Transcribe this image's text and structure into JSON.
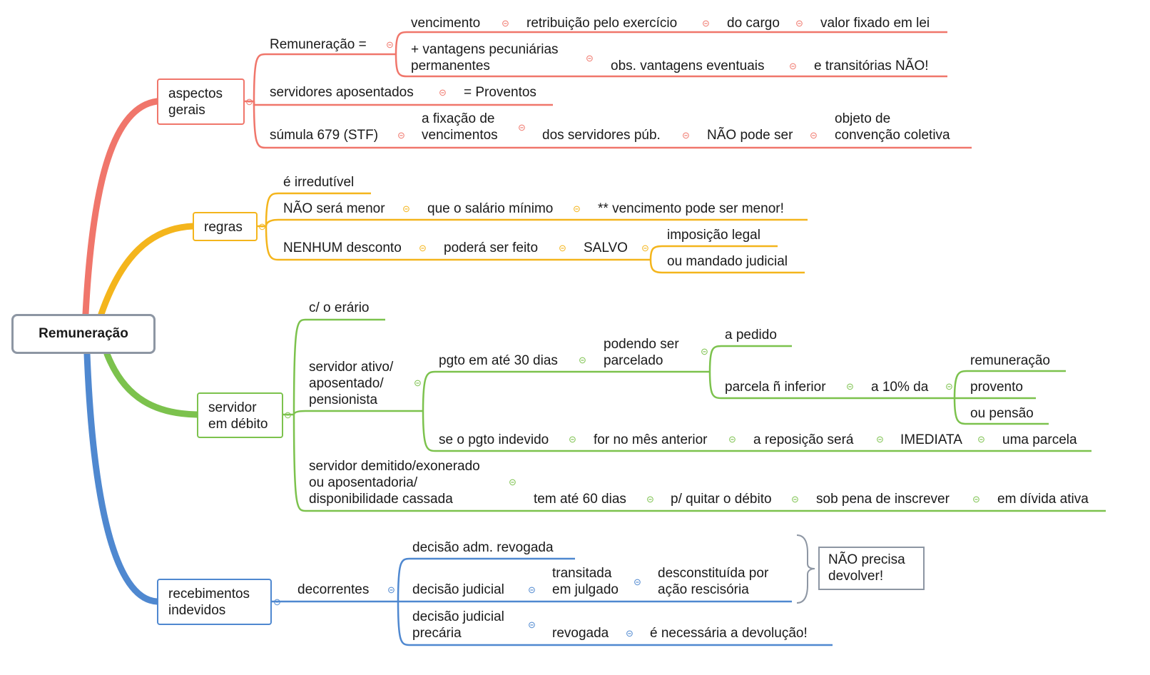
{
  "colors": {
    "red": "#f0766b",
    "orange": "#f4b51c",
    "green": "#7cc24d",
    "blue": "#4f88d0",
    "gray": "#8d96a3"
  },
  "collapse_glyph": "⊝",
  "root": {
    "label": "Remuneração"
  },
  "aspectos": {
    "label": "aspectos gerais",
    "rem_label": "Remuneração =",
    "venc": "vencimento",
    "retrib": "retribuição pelo exercício",
    "cargo": "do cargo",
    "valor": "valor fixado em lei",
    "vant1": "+ vantagens pecuniárias",
    "vant2": "permanentes",
    "obs": "obs. vantagens eventuais",
    "transit": "e transitórias NÃO!",
    "aposent": "servidores aposentados",
    "proventos": "= Proventos",
    "sumula": "súmula 679 (STF)",
    "fix1": "a fixação de",
    "fix2": "vencimentos",
    "dos": "dos servidores púb.",
    "nao_pode": "NÃO pode ser",
    "obj1": "objeto de",
    "obj2": "convenção coletiva"
  },
  "regras": {
    "label": "regras",
    "irred": "é irredutível",
    "nao_sera": "NÃO será menor",
    "que_sal": "que o salário mínimo",
    "venc_menor": "** vencimento pode ser menor!",
    "nenhum": "NENHUM desconto",
    "podera": "poderá ser feito",
    "salvo": "SALVO",
    "imposicao": "imposição legal",
    "mandado": "ou mandado judicial"
  },
  "debito": {
    "label": "servidor em débito",
    "erario": "c/ o erário",
    "ativo1": "servidor ativo/",
    "ativo2": "aposentado/",
    "ativo3": "pensionista",
    "pgto30": "pgto em até 30 dias",
    "podendo1": "podendo ser",
    "podendo2": "parcelado",
    "pedido": "a pedido",
    "parcela": "parcela ñ inferior",
    "dez": "a 10% da",
    "remun": "remuneração",
    "provento": "provento",
    "pensao": "ou pensão",
    "se_pgto": "se o pgto indevido",
    "mes_ant": "for no mês anterior",
    "repos": "a reposição será",
    "imediata": "IMEDIATA",
    "uma_parc": "uma parcela",
    "dem1": "servidor demitido/exonerado",
    "dem2": "ou aposentadoria/",
    "dem3": "disponibilidade cassada",
    "tem60": "tem até 60 dias",
    "quitar": "p/ quitar o débito",
    "sob_pena": "sob pena de inscrever",
    "divida": "em dívida ativa"
  },
  "receb": {
    "label": "recebimentos indevidos",
    "decorr": "decorrentes",
    "adm": "decisão adm. revogada",
    "judicial": "decisão judicial",
    "trans1": "transitada",
    "trans2": "em julgado",
    "desc1": "desconstituída por",
    "desc2": "ação rescisória",
    "prec1": "decisão judicial",
    "prec2": "precária",
    "revogada": "revogada",
    "necess": "é necessária a devolução!",
    "nao_prec": "NÃO precisa devolver!"
  }
}
